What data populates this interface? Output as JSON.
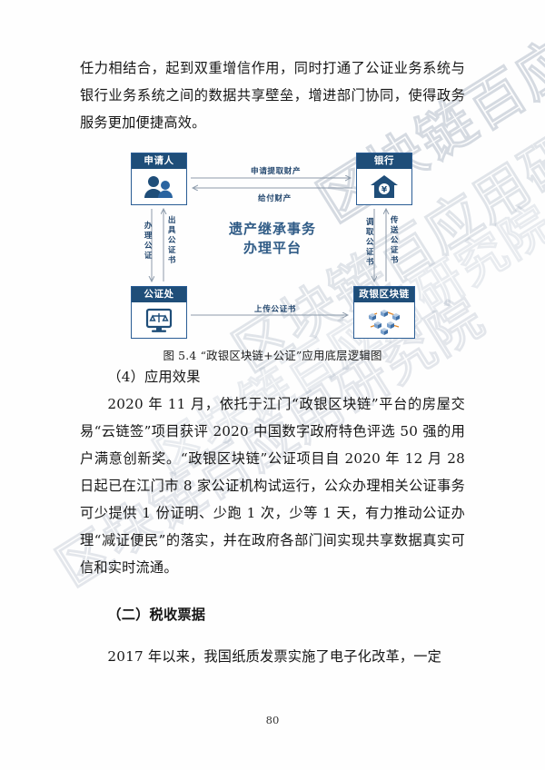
{
  "document": {
    "page_number": "80",
    "watermark_text": "区块链百应用研究院"
  },
  "body": {
    "para_top": "任力相结合，起到双重增信作用，同时打通了公证业务系统与银行业务系统之间的数据共享壁垒，增进部门协同，使得政务服务更加便捷高效。",
    "heading_effect": "（4）应用效果",
    "para_effect": "2020 年 11 月，依托于江门“政银区块链”平台的房屋交易“云链签”项目获评 2020 中国数字政府特色评选 50 强的用户满意创新奖。“政银区块链”公证项目自 2020 年 12 月 28 日起已在江门市 8 家公证机构试运行，公众办理相关公证事务可少提供 1 份证明、少跑 1 次，少等 1 天，有力推动公证办理“减证便民”的落实，并在政府各部门间实现共享数据真实可信和实时流通。",
    "heading_section": "（二）税收票据",
    "para_section": "2017 年以来，我国纸质发票实施了电子化改革，一定"
  },
  "figure": {
    "caption": "图 5.4 “政银区块链+公证”应用底层逻辑图",
    "center_title_line1": "遗产继承事务",
    "center_title_line2": "办理平台",
    "nodes": {
      "applicant": {
        "label": "申请人",
        "icon": "people-icon"
      },
      "bank": {
        "label": "银行",
        "icon": "bank-house-yuan-icon"
      },
      "notary": {
        "label": "公证处",
        "icon": "notary-monitor-icon"
      },
      "blockchain": {
        "label": "政银区块链",
        "icon": "blockchain-nodes-icon"
      }
    },
    "arrows": {
      "apply_withdraw": "申请提取财产",
      "pay_property": "给付财产",
      "do_notarization": "办理公证",
      "issue_certificate": "出具公证书",
      "upload_certificate": "上传公证书",
      "fetch_certificate": "调取公证书",
      "send_certificate": "传送公证书"
    },
    "colors": {
      "header_blue": "#1f4e79",
      "border_blue": "#2a5d95",
      "title_blue": "#2f5b86",
      "label_blue": "#23476e",
      "line_gray": "#8d9bab"
    }
  }
}
